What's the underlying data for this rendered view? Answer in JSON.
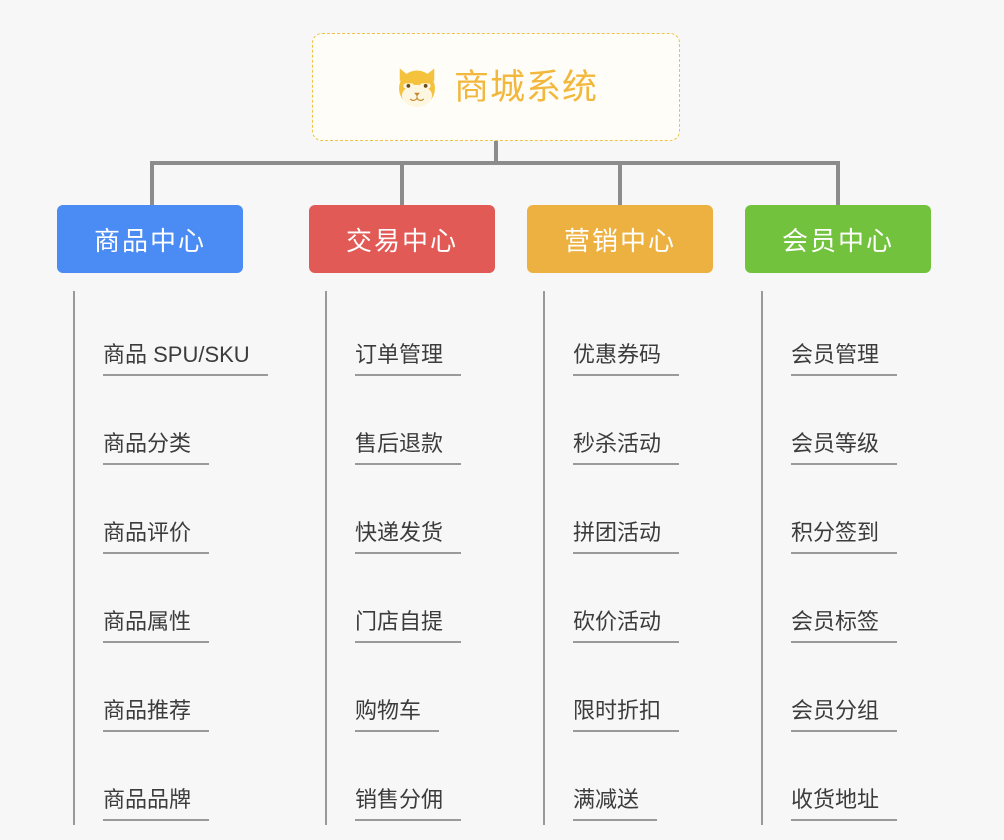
{
  "root": {
    "title": "商城系统",
    "icon": "shiba-dog-icon",
    "border_color": "#f0c14b",
    "text_color": "#f2b73d",
    "background": "#fffdf7"
  },
  "canvas": {
    "background": "#f7f7f7",
    "connector_color": "#8c8c8c"
  },
  "columns": [
    {
      "title": "商品中心",
      "color": "#4a8cf4",
      "items": [
        "商品 SPU/SKU",
        "商品分类",
        "商品评价",
        "商品属性",
        "商品推荐",
        "商品品牌"
      ]
    },
    {
      "title": "交易中心",
      "color": "#e25a55",
      "items": [
        "订单管理",
        "售后退款",
        "快递发货",
        "门店自提",
        "购物车",
        "销售分佣"
      ]
    },
    {
      "title": "营销中心",
      "color": "#edb141",
      "items": [
        "优惠券码",
        "秒杀活动",
        "拼团活动",
        "砍价活动",
        "限时折扣",
        "满减送"
      ]
    },
    {
      "title": "会员中心",
      "color": "#72c23e",
      "items": [
        "会员管理",
        "会员等级",
        "积分签到",
        "会员标签",
        "会员分组",
        "收货地址"
      ]
    }
  ]
}
